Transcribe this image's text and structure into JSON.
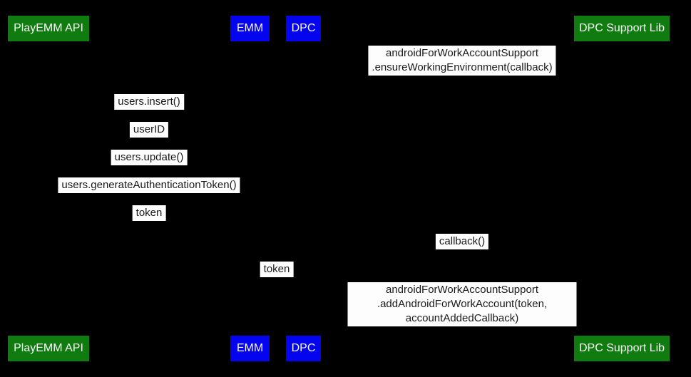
{
  "diagram": {
    "type": "sequence-diagram",
    "colors": {
      "background": "#000000",
      "actor_green": "#107c10",
      "actor_blue": "#0404ee",
      "message_background": "#fdfdfd",
      "message_text": "#1a1a1a",
      "actor_text": "#f8f8f8"
    }
  },
  "actors": {
    "playemm": {
      "label": "PlayEMM API"
    },
    "emm": {
      "label": "EMM"
    },
    "dpc": {
      "label": "DPC"
    },
    "dpc_support": {
      "label": "DPC Support Lib"
    }
  },
  "messages": [
    {
      "text": "androidForWorkAccountSupport\n.ensureWorkingEnvironment(callback)"
    },
    {
      "text": "users.insert()"
    },
    {
      "text": "userID"
    },
    {
      "text": "users.update()"
    },
    {
      "text": "users.generateAuthenticationToken()"
    },
    {
      "text": "token"
    },
    {
      "text": "callback()"
    },
    {
      "text": "token"
    },
    {
      "text": "androidForWorkAccountSupport\n.addAndroidForWorkAccount(token, accountAddedCallback)"
    }
  ]
}
